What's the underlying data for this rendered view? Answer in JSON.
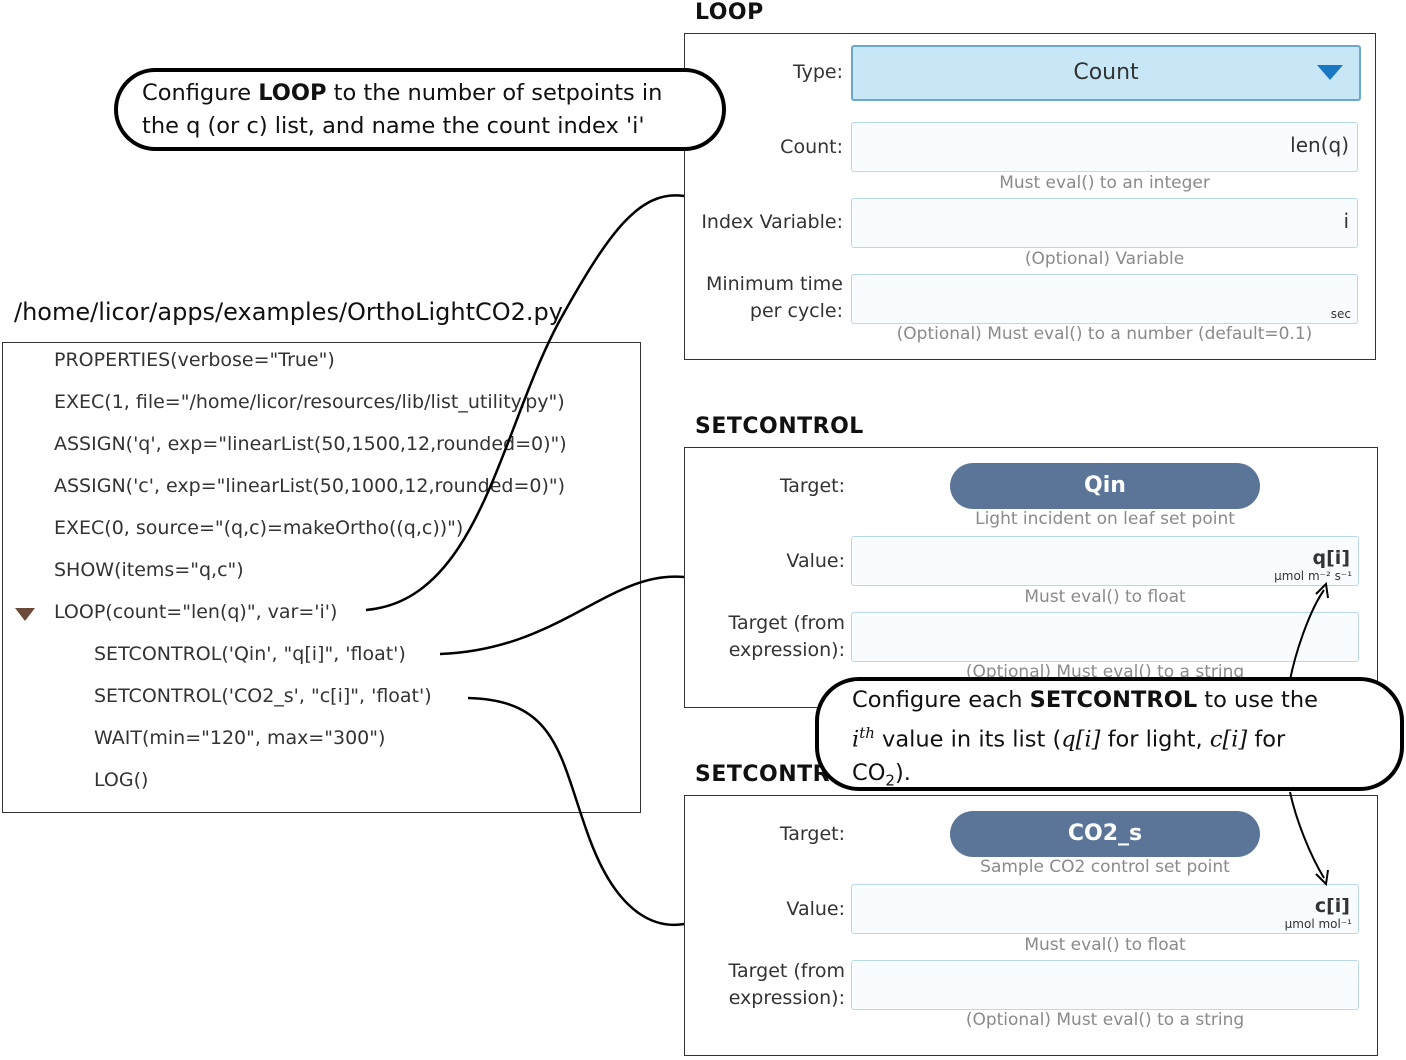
{
  "loop": {
    "title": "LOOP",
    "type_label": "Type:",
    "type_value": "Count",
    "count_label": "Count:",
    "count_value": "len(q)",
    "count_hint": "Must eval() to an integer",
    "index_label": "Index Variable:",
    "index_value": "i",
    "index_hint": "(Optional) Variable",
    "mintime_label_1": "Minimum time",
    "mintime_label_2": "per cycle:",
    "mintime_unit": "sec",
    "mintime_hint": "(Optional) Must eval() to a number (default=0.1)"
  },
  "setcontrol1": {
    "title": "SETCONTROL",
    "target_label": "Target:",
    "target_value": "Qin",
    "target_desc": "Light incident on leaf set point",
    "value_label": "Value:",
    "value": "q[i]",
    "value_unit": "μmol m⁻² s⁻¹",
    "value_hint": "Must eval() to float",
    "texpr_label_1": "Target (from",
    "texpr_label_2": "expression):",
    "texpr_hint": "(Optional) Must eval() to a string"
  },
  "setcontrol2": {
    "title": "SETCONTR",
    "target_label": "Target:",
    "target_value": "CO2_s",
    "target_desc": "Sample CO2 control set point",
    "value_label": "Value:",
    "value": "c[i]",
    "value_unit": "μmol mol⁻¹",
    "value_hint": "Must eval() to float",
    "texpr_label_1": "Target (from",
    "texpr_label_2": "expression):",
    "texpr_hint": "(Optional) Must eval() to a string"
  },
  "program": {
    "path": "/home/licor/apps/examples/OrthoLightCO2.py",
    "lines": [
      "PROPERTIES(verbose=\"True\")",
      "EXEC(1, file=\"/home/licor/resources/lib/list_utility.py\")",
      "ASSIGN('q', exp=\"linearList(50,1500,12,rounded=0)\")",
      "ASSIGN('c', exp=\"linearList(50,1000,12,rounded=0)\")",
      "EXEC(0, source=\"(q,c)=makeOrtho((q,c))\")",
      "SHOW(items=\"q,c\")",
      "LOOP(count=\"len(q)\", var='i')",
      "SETCONTROL('Qin', \"q[i]\", 'float')",
      "SETCONTROL('CO2_s', \"c[i]\", 'float')",
      "WAIT(min=\"120\", max=\"300\")",
      "LOG()"
    ]
  },
  "callout1": {
    "line1_a": "Configure ",
    "line1_b": "LOOP",
    "line1_c": " to the number of setpoints in",
    "line2": "the q (or c) list, and name the count index 'i'"
  },
  "callout2": {
    "a": "Configure each ",
    "b": "SETCONTROL",
    "c": " to use the",
    "d_var": "i",
    "d_sup": "th",
    "e": " value in its list (",
    "f": "q[i]",
    "g": " for light, ",
    "h": "c[i]",
    "i": " for",
    "j": "CO",
    "k": "2",
    "l": ")."
  },
  "colors": {
    "pill": "#5b7599",
    "dropdown_bg": "#c7e6f6",
    "dropdown_arrow": "#1a78c2",
    "collapse_triangle": "#6b4a3a"
  }
}
